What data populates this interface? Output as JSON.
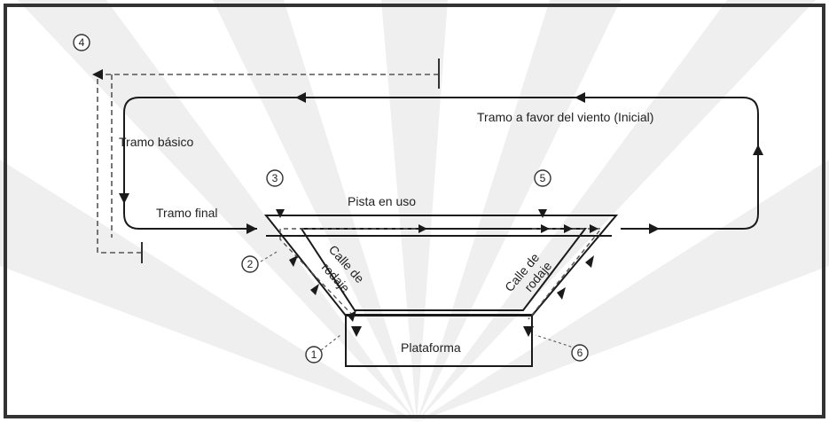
{
  "labels": {
    "tramo_favor": "Tramo a favor del viento (Inicial)",
    "tramo_basico": "Tramo básico",
    "tramo_final": "Tramo final",
    "pista_en_uso": "Pista en uso",
    "calle_rodaje_left_line1": "Calle de",
    "calle_rodaje_left_line2": "rodaje",
    "calle_rodaje_right_line1": "Calle de",
    "calle_rodaje_right_line2": "rodaje",
    "plataforma": "Plataforma"
  },
  "markers": {
    "m1": "1",
    "m2": "2",
    "m3": "3",
    "m4": "4",
    "m5": "5",
    "m6": "6"
  },
  "colors": {
    "line": "#1a1a1a",
    "dashed": "#555555",
    "frame": "#333333",
    "watermark": "#ececec"
  }
}
